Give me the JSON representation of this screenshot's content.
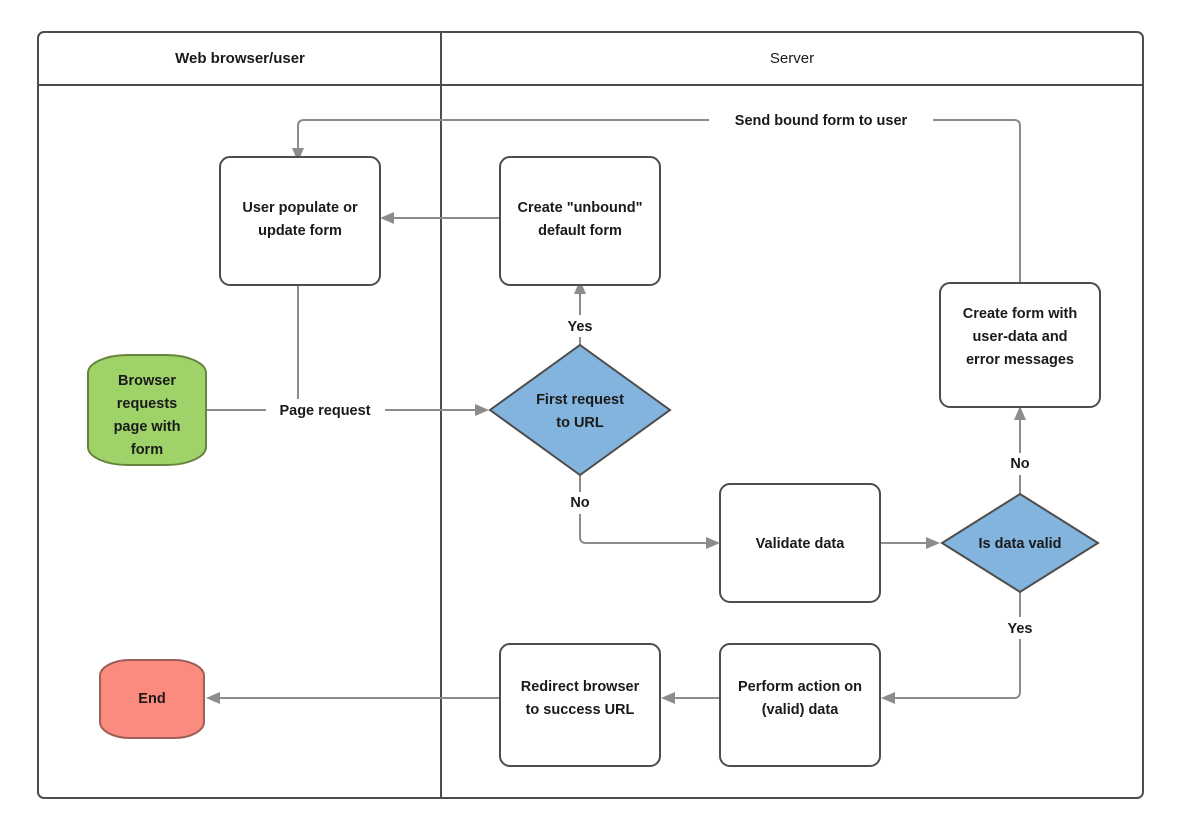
{
  "diagram": {
    "type": "flowchart",
    "title": "Django form handling flowchart",
    "colors": {
      "lane_border": "#4d4d4d",
      "node_border": "#4d4d4d",
      "edge": "#8c8c8c",
      "start_green": "#9fd36a",
      "end_red": "#fb8b7e",
      "decision_blue": "#83b4dd",
      "text": "#1a1a1a",
      "background": "#ffffff"
    },
    "lanes": [
      {
        "id": "lane-browser",
        "label": "Web browser/user",
        "weight": "bold"
      },
      {
        "id": "lane-server",
        "label": "Server",
        "weight": "normal"
      }
    ],
    "nodes": [
      {
        "id": "browser-requests-page",
        "shape": "terminator",
        "fill": "green",
        "lines": [
          "Browser",
          "requests",
          "page with",
          "form"
        ]
      },
      {
        "id": "user-populate-form",
        "shape": "process",
        "fill": "white",
        "lines": [
          "User populate or",
          "update form"
        ]
      },
      {
        "id": "create-unbound-form",
        "shape": "process",
        "fill": "white",
        "lines": [
          "Create \"unbound\"",
          "default form"
        ]
      },
      {
        "id": "first-request-to-url",
        "shape": "decision",
        "fill": "blue",
        "lines": [
          "First request",
          "to URL"
        ]
      },
      {
        "id": "create-form-with-errors",
        "shape": "process",
        "fill": "white",
        "lines": [
          "Create form with",
          "user-data and",
          "error messages"
        ]
      },
      {
        "id": "validate-data",
        "shape": "process",
        "fill": "white",
        "lines": [
          "Validate data"
        ]
      },
      {
        "id": "is-data-valid",
        "shape": "decision",
        "fill": "blue",
        "lines": [
          "Is data valid"
        ]
      },
      {
        "id": "perform-action",
        "shape": "process",
        "fill": "white",
        "lines": [
          "Perform action on",
          "(valid) data"
        ]
      },
      {
        "id": "redirect-browser",
        "shape": "process",
        "fill": "white",
        "lines": [
          "Redirect browser",
          "to success URL"
        ]
      },
      {
        "id": "end",
        "shape": "terminator",
        "fill": "red",
        "lines": [
          "End"
        ]
      }
    ],
    "edges": [
      {
        "id": "edge-page-request",
        "from": "browser-requests-page",
        "to": "first-request-to-url",
        "label": "Page request"
      },
      {
        "id": "edge-send-bound-form",
        "from": "create-form-with-errors",
        "to": "user-populate-form",
        "label": "Send bound form to user"
      },
      {
        "id": "edge-unbound-to-user",
        "from": "create-unbound-form",
        "to": "user-populate-form",
        "label": ""
      },
      {
        "id": "edge-first-request-yes",
        "from": "first-request-to-url",
        "to": "create-unbound-form",
        "label": "Yes"
      },
      {
        "id": "edge-first-request-no",
        "from": "first-request-to-url",
        "to": "validate-data",
        "label": "No"
      },
      {
        "id": "edge-validate-to-check",
        "from": "validate-data",
        "to": "is-data-valid",
        "label": ""
      },
      {
        "id": "edge-valid-no",
        "from": "is-data-valid",
        "to": "create-form-with-errors",
        "label": "No"
      },
      {
        "id": "edge-valid-yes",
        "from": "is-data-valid",
        "to": "perform-action",
        "label": "Yes"
      },
      {
        "id": "edge-perform-to-redirect",
        "from": "perform-action",
        "to": "redirect-browser",
        "label": ""
      },
      {
        "id": "edge-redirect-to-end",
        "from": "redirect-browser",
        "to": "end",
        "label": ""
      },
      {
        "id": "edge-user-form-submit",
        "from": "user-populate-form",
        "to": "edge-page-request",
        "label": ""
      }
    ],
    "labels": {
      "page_request": "Page request",
      "send_bound_form": "Send bound form to user",
      "yes_first_request": "Yes",
      "no_first_request": "No",
      "no_is_valid": "No",
      "yes_is_valid": "Yes"
    }
  }
}
